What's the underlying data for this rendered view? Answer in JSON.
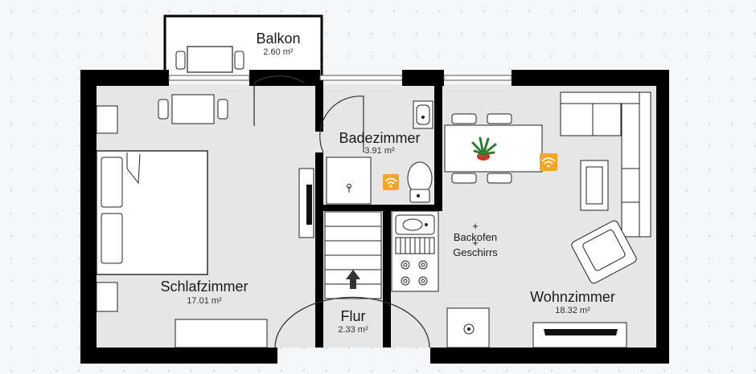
{
  "rooms": {
    "balkon": {
      "name": "Balkon",
      "area": "2.60 m²"
    },
    "bad": {
      "name": "Badezimmer",
      "area": "3.91 m²"
    },
    "schlaf": {
      "name": "Schlafzimmer",
      "area": "17.01 m²"
    },
    "flur": {
      "name": "Flur",
      "area": "2.33 m²"
    },
    "wohn": {
      "name": "Wohnzimmer",
      "area": "18.32 m²"
    }
  },
  "kitchen": {
    "oven": "Backofen",
    "dishwasher": "Geschirrs"
  },
  "icons": {
    "wifi": "wifi-icon",
    "plant": "plant-icon",
    "stairs_arrow": "arrow-up-icon"
  },
  "colors": {
    "wall": "#000000",
    "floor": "#e6e6e6",
    "furniture": "#ffffff",
    "wifi": "#f5a623",
    "background_dot": "#c7d6e3"
  }
}
